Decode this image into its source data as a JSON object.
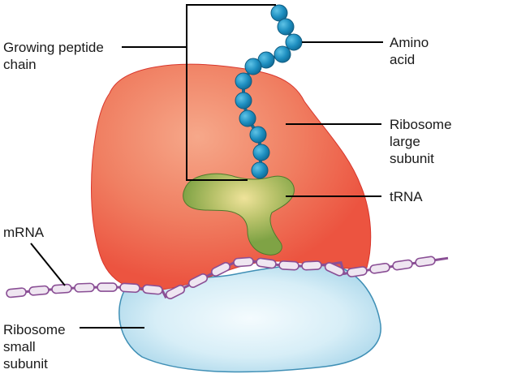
{
  "labels": {
    "peptide_line1": "Growing peptide",
    "peptide_line2": "chain",
    "amino_line1": "Amino",
    "amino_line2": "acid",
    "large_line1": "Ribosome",
    "large_line2": "large",
    "large_line3": "subunit",
    "trna": "tRNA",
    "mrna": "mRNA",
    "small_line1": "Ribosome",
    "small_line2": "small",
    "small_line3": "subunit"
  },
  "colors": {
    "large_subunit": "#ee5a45",
    "large_subunit_highlight": "#f5a285",
    "small_subunit": "#c9e6f2",
    "small_subunit_outline": "#3f8fb5",
    "trna": "#8caf4c",
    "trna_highlight": "#e7d98c",
    "mrna_bead": "#efe6f1",
    "mrna_outline": "#8a4f95",
    "amino_acid": "#1f8fbf",
    "amino_acid_dark": "#146b93",
    "leader_line": "#000000"
  }
}
